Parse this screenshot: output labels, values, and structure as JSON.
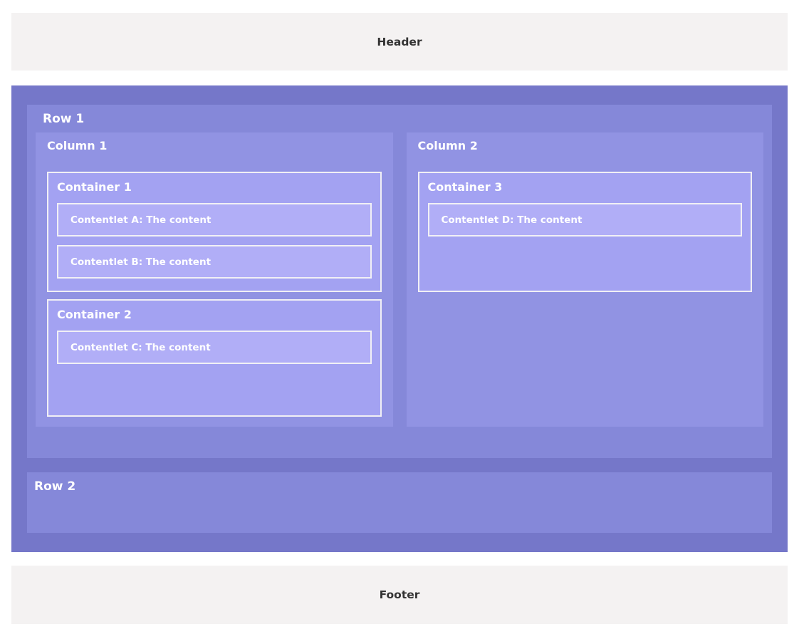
{
  "header": {
    "title": "Header"
  },
  "footer": {
    "title": "Footer"
  },
  "body": {
    "rows": [
      {
        "label": "Row 1",
        "columns": [
          {
            "label": "Column 1",
            "containers": [
              {
                "label": "Container 1",
                "contentlets": [
                  "Contentlet A: The content",
                  "Contentlet B: The content"
                ]
              },
              {
                "label": "Container 2",
                "contentlets": [
                  "Contentlet C: The content"
                ]
              }
            ]
          },
          {
            "label": "Column 2",
            "containers": [
              {
                "label": "Container 3",
                "contentlets": [
                  "Contentlet D: The content"
                ]
              }
            ]
          }
        ]
      },
      {
        "label": "Row 2",
        "columns": []
      }
    ]
  },
  "colors": {
    "page_bg": "#ffffff",
    "bar_bg": "#f4f2f2",
    "bar_text": "#333333",
    "body_bg": "#7577c9",
    "row_bg": "#8588d9",
    "column_bg": "#9193e3",
    "container_bg": "#a3a2f2",
    "contentlet_bg": "#b1aef7",
    "box_border": "#f1f0f5",
    "label_text": "#ffffff"
  }
}
